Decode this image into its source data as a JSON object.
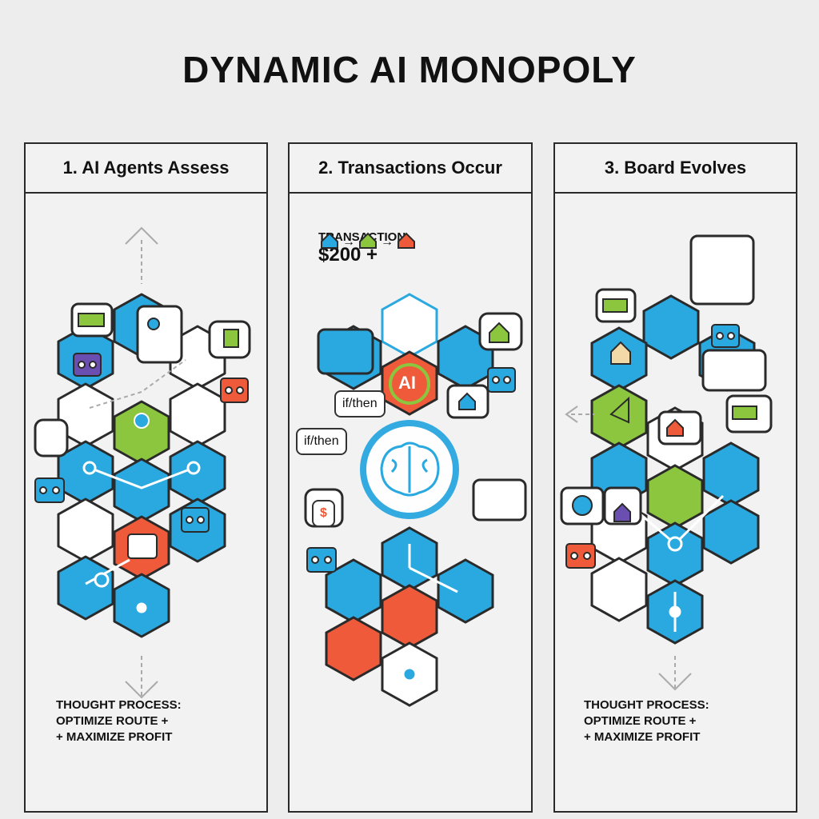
{
  "title": "DYNAMIC AI MONOPOLY",
  "panels": [
    {
      "heading": "1. AI Agents Assess",
      "footer": [
        "THOUGHT PROCESS:",
        "OPTIMIZE ROUTE +",
        "+ MAXIMIZE PROFIT"
      ]
    },
    {
      "heading": "2. Transactions Occur",
      "transaction_label": "TRANSACTION:",
      "transaction_amount": "$200 +",
      "labels": [
        "if/then",
        "if/then"
      ],
      "ai_badge": "AI",
      "bubble_dollar": "$"
    },
    {
      "heading": "3. Board Evolves",
      "footer": [
        "THOUGHT PROCESS:",
        "OPTIMIZE ROUTE +",
        "+ MAXIMIZE PROFIT"
      ]
    }
  ],
  "colors": {
    "blue": "#2aa8e0",
    "green": "#8cc63f",
    "orange": "#ee5a3a",
    "purple": "#6a4fb0",
    "white": "#ffffff",
    "outline": "#2a2a2a"
  },
  "icons": [
    "robot-icon",
    "money-icon",
    "house-icon",
    "brain-icon",
    "gear-icon",
    "arrow-up-icon",
    "arrow-down-icon",
    "arrow-left-icon"
  ]
}
